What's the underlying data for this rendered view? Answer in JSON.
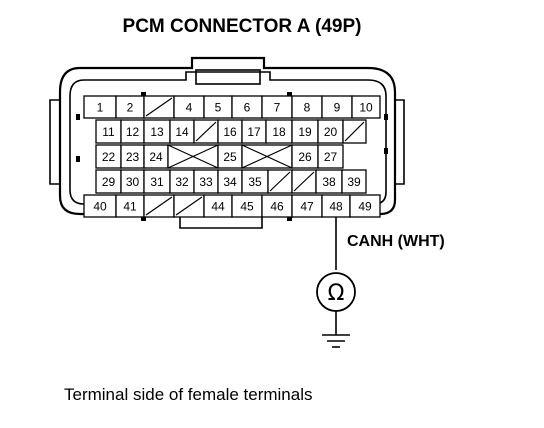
{
  "title": "PCM CONNECTOR A (49P)",
  "caption": "Terminal side of female terminals",
  "probe_label": "CANH (WHT)",
  "ohm_symbol": "Ω",
  "rows": [
    [
      "1",
      "2",
      "",
      "4",
      "5",
      "6",
      "7",
      "8",
      "9",
      "10"
    ],
    [
      "11",
      "12",
      "13",
      "14",
      "",
      "16",
      "17",
      "18",
      "19",
      "20",
      ""
    ],
    [
      "22",
      "23",
      "24",
      "",
      "25",
      "",
      "26",
      "27",
      ""
    ],
    [
      "29",
      "30",
      "31",
      "32",
      "33",
      "34",
      "35",
      "",
      "",
      "38",
      "39"
    ],
    [
      "40",
      "41",
      "",
      "",
      "44",
      "45",
      "46",
      "47",
      "48",
      "49"
    ]
  ],
  "probed_terminal": "48"
}
